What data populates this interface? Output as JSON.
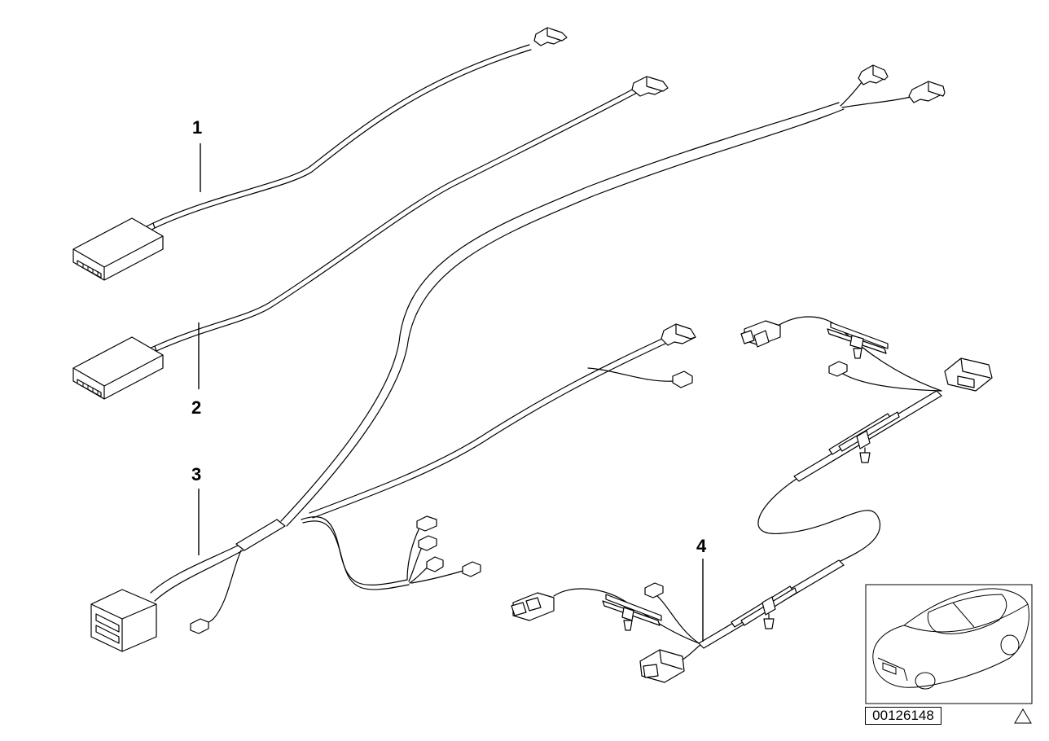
{
  "diagram": {
    "callouts": [
      "1",
      "2",
      "3",
      "4"
    ],
    "reference_number": "00126148"
  },
  "icons": {
    "vehicle_thumbnail": "sedan-car-icon",
    "corner_mark": "triangle-icon"
  }
}
